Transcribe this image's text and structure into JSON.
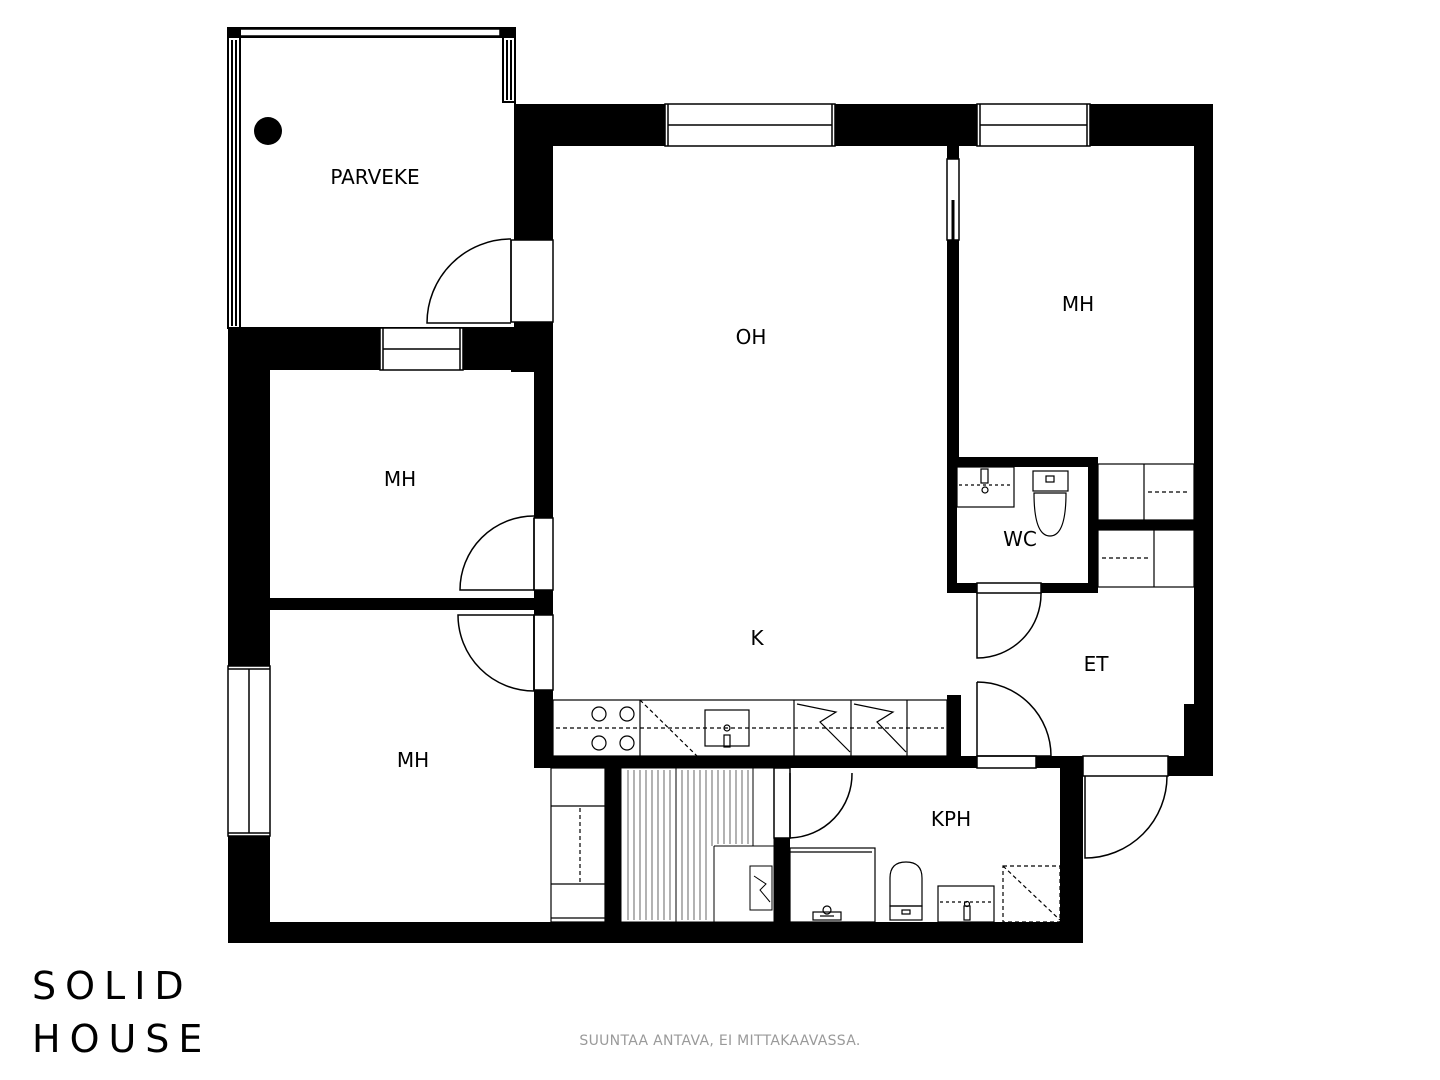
{
  "rooms": {
    "parveke": "PARVEKE",
    "oh": "OH",
    "mh_top_right": "MH",
    "mh_left_upper": "MH",
    "mh_left_lower": "MH",
    "wc": "WC",
    "k": "K",
    "et": "ET",
    "kph": "KPH"
  },
  "brand": {
    "line1": "SOLID",
    "line2": "HOUSE"
  },
  "caption": "SUUNTAA ANTAVA, EI MITTAKAAVASSA."
}
